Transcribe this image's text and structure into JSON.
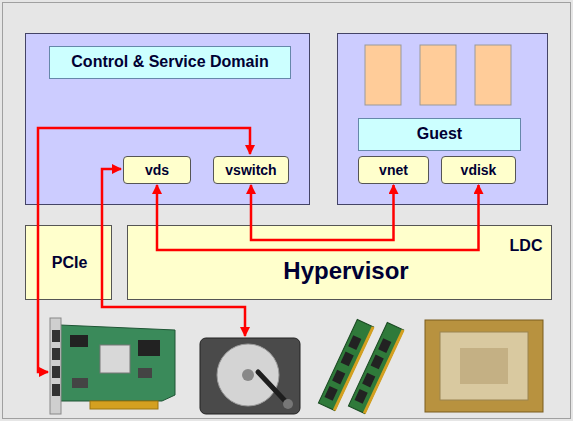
{
  "diagram": {
    "nodes": [
      {
        "text": [
          "Control & Service Domain"
        ]
      },
      {
        "text": [
          "vds"
        ],
        "in": 0
      },
      {
        "text": [
          "vswitch"
        ],
        "in": 0
      },
      {
        "text": [
          "Guest"
        ]
      },
      {
        "text": [
          "vnet"
        ],
        "in": 3
      },
      {
        "text": [
          "vdisk"
        ],
        "in": 3
      },
      {
        "text": [
          "PCIe"
        ]
      },
      {
        "text": [
          "Hypervisor",
          "LDC"
        ]
      }
    ],
    "edges": [
      {
        "from": 1,
        "to": 5,
        "arrow": "both"
      },
      {
        "from": 2,
        "to": 4,
        "arrow": "both"
      }
    ]
  }
}
